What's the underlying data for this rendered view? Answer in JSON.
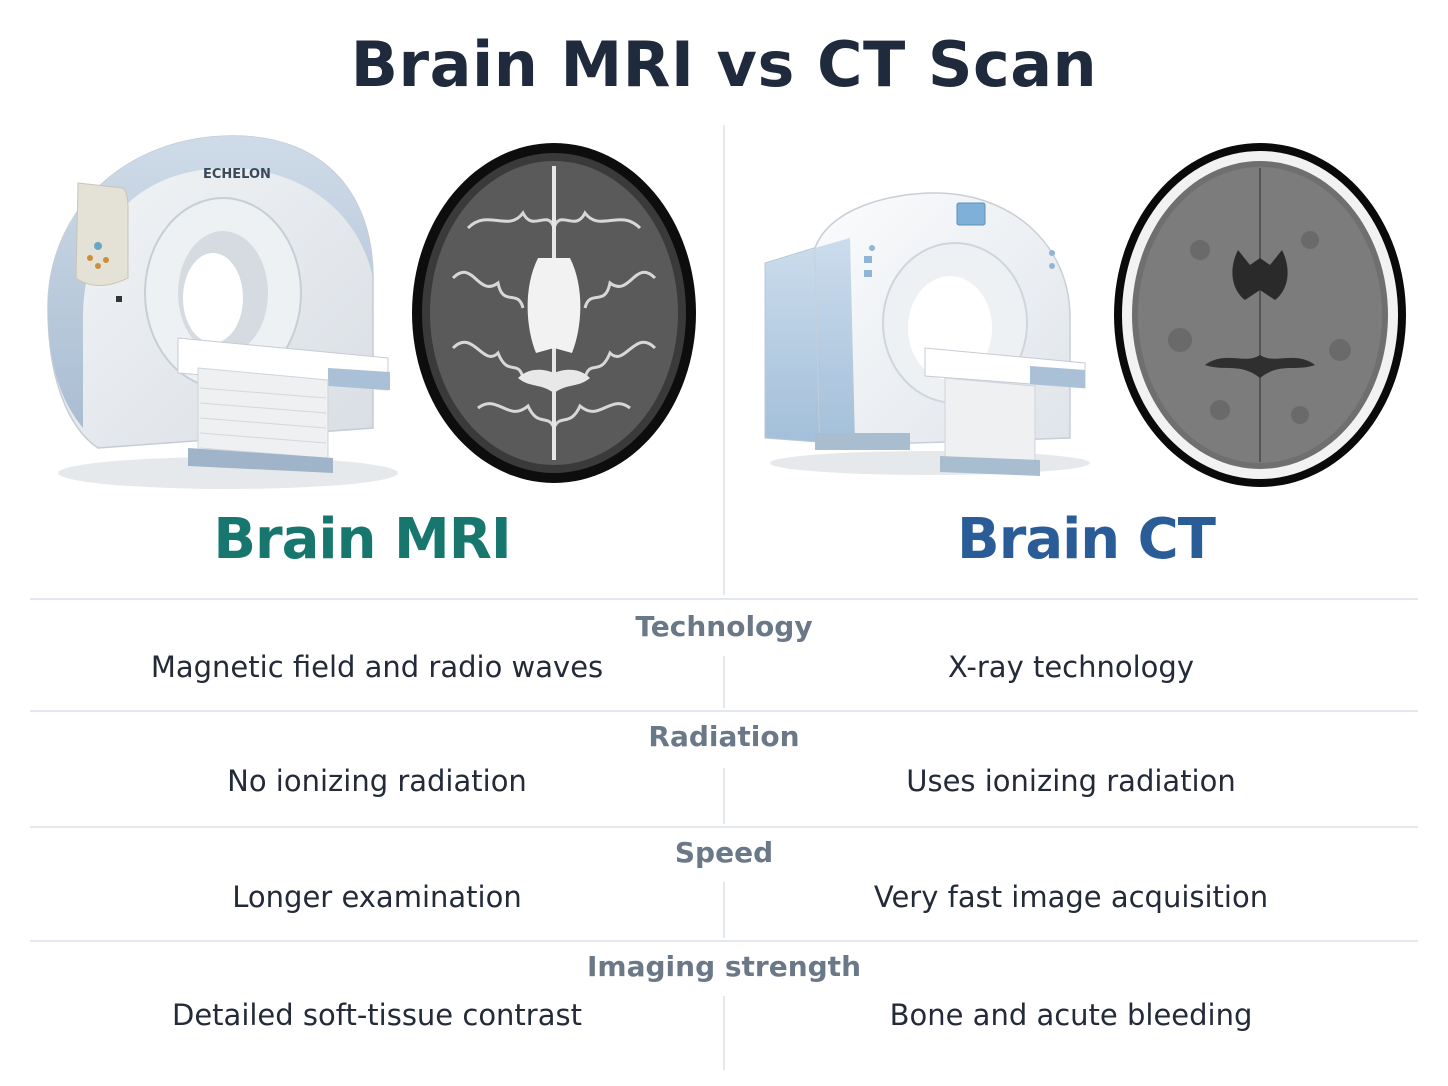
{
  "title": "Brain MRI vs CT Scan",
  "mri": {
    "heading": "Brain MRI",
    "machine_brand": "ECHELON",
    "heading_color": "#17776f"
  },
  "ct": {
    "heading": "Brain CT",
    "heading_color": "#2a5c97"
  },
  "comparisons": [
    {
      "label": "Technology",
      "mri": "Magnetic field and radio waves",
      "ct": "X-ray technology"
    },
    {
      "label": "Radiation",
      "mri": "No ionizing radiation",
      "ct": "Uses ionizing radiation"
    },
    {
      "label": "Speed",
      "mri": "Longer examination",
      "ct": "Very fast image acquisition"
    },
    {
      "label": "Imaging strength",
      "mri": "Detailed soft-tissue contrast",
      "ct": "Bone and acute bleeding"
    }
  ],
  "colors": {
    "title": "#1f2a3c",
    "row_label": "#6b7888",
    "divider": "#e3e8ee"
  }
}
